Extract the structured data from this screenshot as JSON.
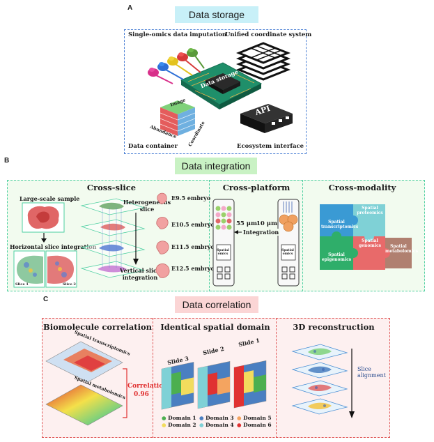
{
  "panels": {
    "a": {
      "letter": "A",
      "title": "Data storage",
      "labels": {
        "top_left": "Single-omics data imputation",
        "top_right": "Unified coordinate system",
        "bottom_left": "Data container",
        "bottom_right": "Ecosystem interface",
        "chip": "Data storage",
        "api": "API",
        "cube_top": "Image",
        "cube_left": "Abundance",
        "cube_right": "Coordinate"
      }
    },
    "b": {
      "letter": "B",
      "title": "Data integration",
      "cross_slice": {
        "title": "Cross-slice",
        "large_scale": "Large-scale sample",
        "horizontal": "Horizontal slice integration",
        "heterogeneous": "Heterogeneous slice",
        "vertical": "Vertical slice integration",
        "slice1": "Slice 1",
        "slice2": "Slice 2",
        "embryos": [
          "E9.5 embryo",
          "E10.5 embryo",
          "E11.5 embryo",
          "E12.5 embryo"
        ]
      },
      "cross_platform": {
        "title": "Cross-platform",
        "left_res": "55 μm",
        "right_res": "10 μm",
        "integration": "Integration",
        "device_label": "Spatial omics"
      },
      "cross_modality": {
        "title": "Cross-modality",
        "pieces": [
          "Spatial transcriptomics",
          "Spatial proteomics",
          "Spatial genomics",
          "Spatial epigenomics",
          "Spatial metabolomics"
        ]
      }
    },
    "c": {
      "letter": "C",
      "title": "Data correlation",
      "biomolecule": {
        "title": "Biomolecule correlation",
        "layer_top": "Spatial transcriptomics",
        "layer_bottom": "Spatial metabolomics",
        "correlation_label": "Correlation",
        "correlation_value": "0.96"
      },
      "domain": {
        "title": "Identical spatial domain",
        "slides": [
          "Slide 3",
          "Slide 2",
          "Slide 1"
        ],
        "legend": [
          {
            "label": "Domain 1",
            "color": "#4caf50"
          },
          {
            "label": "Domain 2",
            "color": "#f2dc5d"
          },
          {
            "label": "Domain 3",
            "color": "#4a7fc1"
          },
          {
            "label": "Domain 4",
            "color": "#7fd1d6"
          },
          {
            "label": "Domain 5",
            "color": "#f4a460"
          },
          {
            "label": "Domain 6",
            "color": "#e03131"
          }
        ]
      },
      "reconstruction": {
        "title": "3D reconstruction",
        "alignment": "Slice alignment"
      }
    }
  },
  "colors": {
    "storage_title_bg": "#c8f0f8",
    "storage_border": "#4a7fd4",
    "integration_title_bg": "#c9f2c4",
    "integration_border": "#4ccfa0",
    "correlation_title_bg": "#fbd5d5",
    "correlation_border": "#e05555"
  }
}
